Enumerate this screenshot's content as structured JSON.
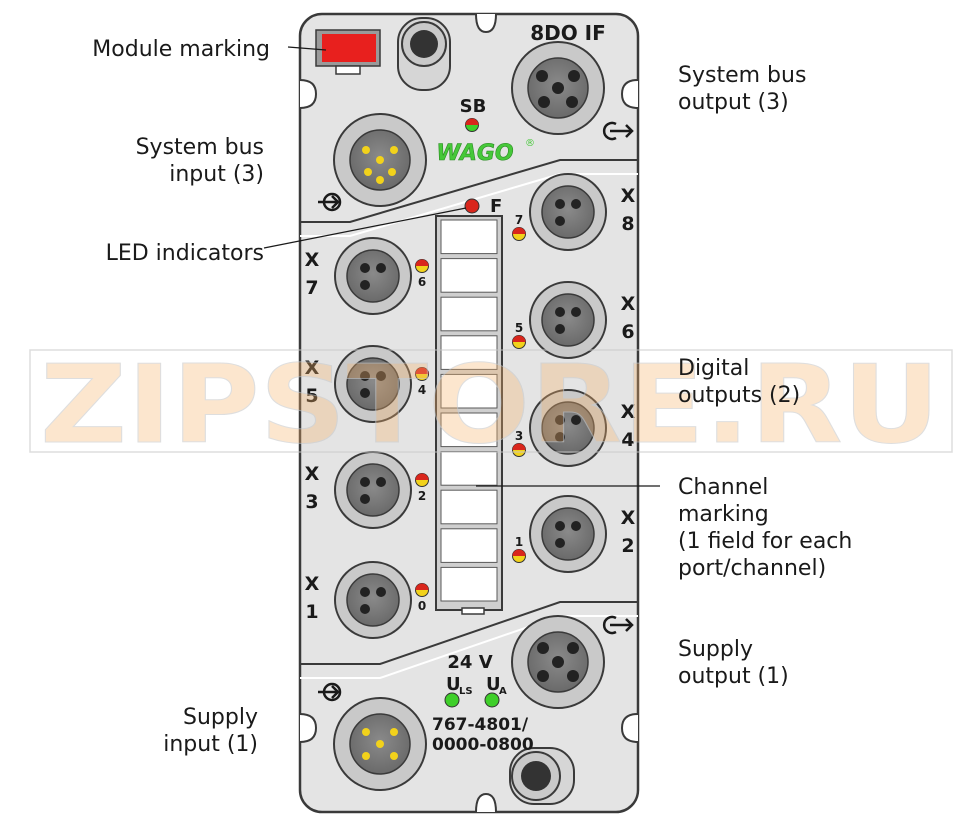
{
  "module": {
    "type_label": "8DO IF",
    "status_led_label": "SB",
    "brand": "WAGO",
    "fault_led_label": "F",
    "voltage_label": "24 V",
    "ls_led_label_main": "U",
    "ls_led_label_sub": "LS",
    "a_led_label_main": "U",
    "a_led_label_sub": "A",
    "order_number_line1": "767-4801/",
    "order_number_line2": "0000-0800"
  },
  "ports": [
    {
      "label_letter": "X",
      "label_number": "8",
      "led_number": "7"
    },
    {
      "label_letter": "X",
      "label_number": "7",
      "led_number": "6"
    },
    {
      "label_letter": "X",
      "label_number": "6",
      "led_number": "5"
    },
    {
      "label_letter": "X",
      "label_number": "5",
      "led_number": "4"
    },
    {
      "label_letter": "X",
      "label_number": "4",
      "led_number": "3"
    },
    {
      "label_letter": "X",
      "label_number": "3",
      "led_number": "2"
    },
    {
      "label_letter": "X",
      "label_number": "2",
      "led_number": "1"
    },
    {
      "label_letter": "X",
      "label_number": "1",
      "led_number": "0"
    }
  ],
  "callouts": {
    "module_marking": [
      "Module marking"
    ],
    "system_bus_input": [
      "System bus",
      "input (3)"
    ],
    "led_indicators": [
      "LED indicators"
    ],
    "supply_input": [
      "Supply",
      "input (1)"
    ],
    "system_bus_output": [
      "System bus",
      "output (3)"
    ],
    "digital_outputs": [
      "Digital",
      "outputs (2)"
    ],
    "channel_marking": [
      "Channel",
      "marking",
      "(1 field for each",
      "port/channel)"
    ],
    "supply_output": [
      "Supply",
      "output (1)"
    ]
  },
  "watermark": "ZIPSTORE.RU",
  "colors": {
    "housing": "#e4e4e4",
    "outline": "#3a3a3a",
    "marking_red": "#e8201e",
    "led_green": "#3fcf2a",
    "led_yellow": "#f2d21b",
    "led_red": "#d9261c",
    "brand_green": "#46c839",
    "connector_ring": "#c9c9c9",
    "connector_face": "#777777",
    "watermark_orange": "#f5b26b"
  }
}
